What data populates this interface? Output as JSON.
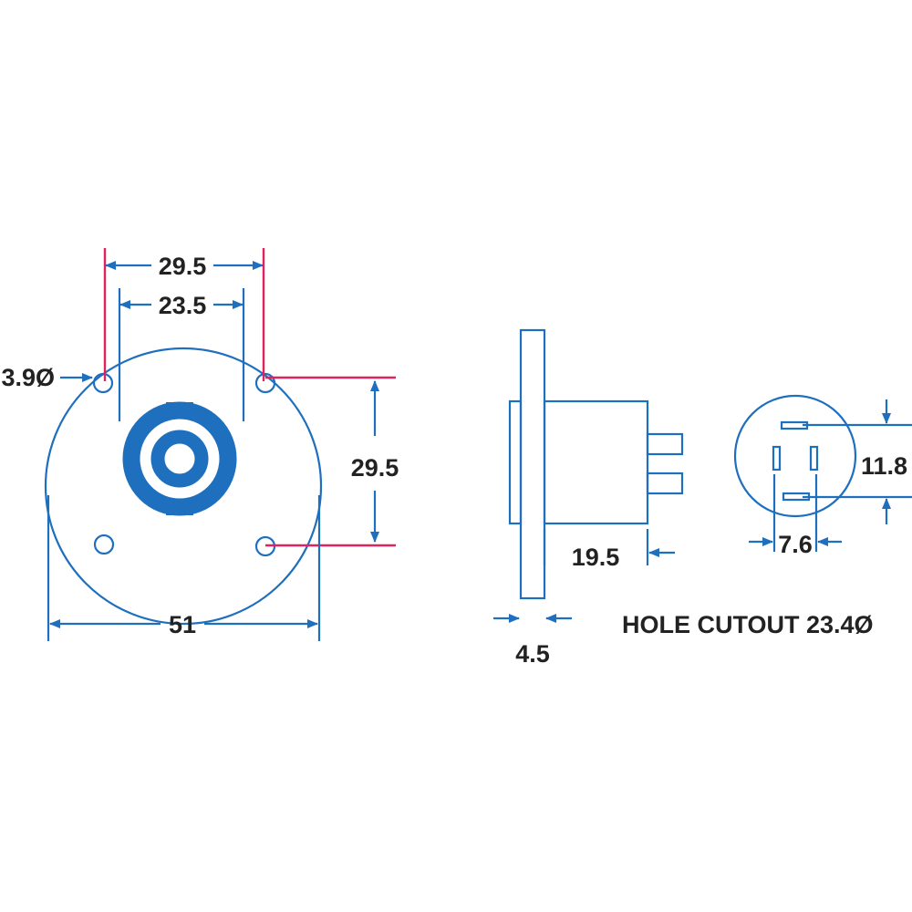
{
  "front_view": {
    "hole_spacing_outer": "29.5",
    "hole_spacing_inner": "23.5",
    "mounting_hole_diameter": "3.9Ø",
    "vertical_hole_spacing": "29.5",
    "flange_diameter": "51"
  },
  "side_view": {
    "body_depth": "19.5",
    "flange_thickness": "4.5",
    "hole_cutout_note": "HOLE CUTOUT 23.4Ø"
  },
  "rear_view": {
    "pin_height": "11.8",
    "pin_width": "7.6"
  },
  "colors": {
    "line": "#1f6fbf",
    "extension_accent": "#e0225e",
    "text": "#222222"
  }
}
